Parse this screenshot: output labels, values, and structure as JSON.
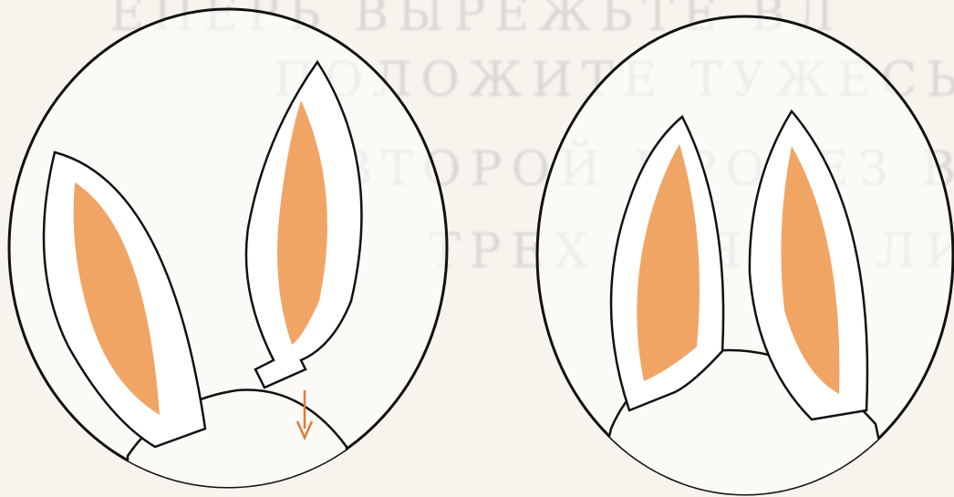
{
  "background_text": {
    "lines": [
      "ЕПЕРЬ  ВЫРЕЖЬТЕ  ВЛ",
      "ПОЛОЖИТЕ  ТУЖЕСЬ",
      "ВТОРОЙ  ПРОРЕЗ  В",
      "ТРЕХ  ТРЯЕМ  ЛИНИИ"
    ]
  },
  "colors": {
    "paper": "#f7f4ee",
    "outline": "#111111",
    "ear_inner": "#f0a565",
    "arrow": "#e07b39"
  },
  "figures": [
    {
      "name": "left-egg",
      "state": "ears spread apart, slit indicated by arrow"
    },
    {
      "name": "right-egg",
      "state": "ears inserted upright"
    }
  ]
}
